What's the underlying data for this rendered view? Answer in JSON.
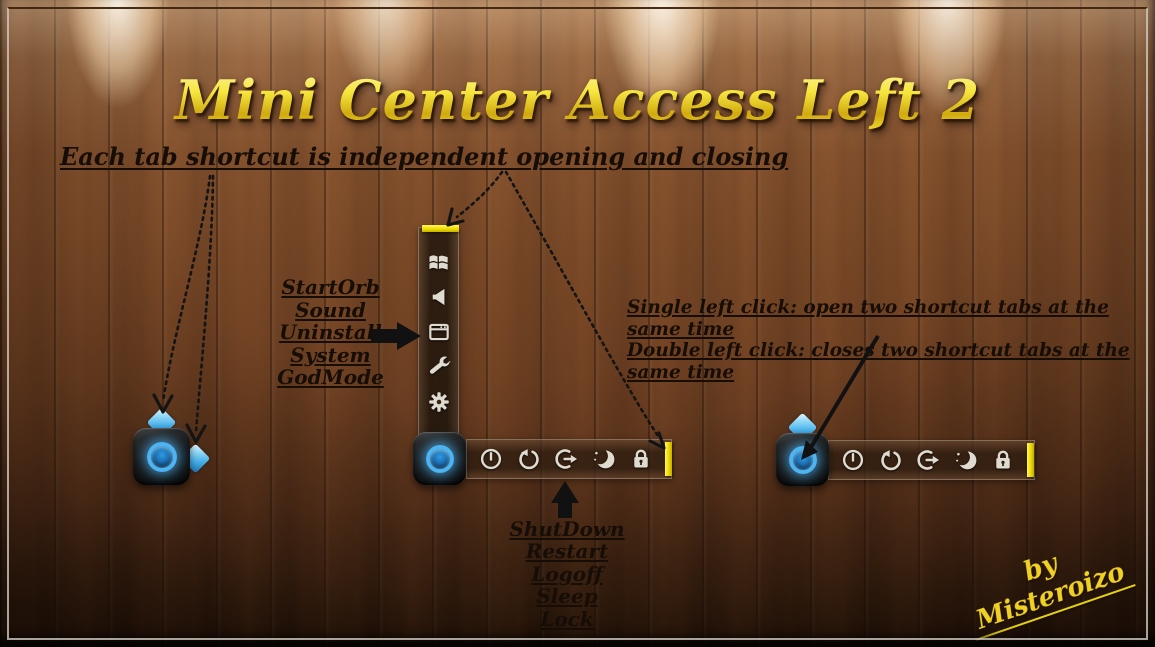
{
  "title": "Mini Center Access Left 2",
  "credit": "by Misteroizo",
  "notes": {
    "tabs": "Each tab shortcut is independent opening and closing",
    "click_line1": "Single left click: open two shortcut tabs at the same time",
    "click_line2": "Double left click: closes two shortcut tabs at the same time"
  },
  "vertical_tab_labels": [
    "StartOrb",
    "Sound",
    "Uninstall",
    "System",
    "GodMode"
  ],
  "horizontal_tab_labels": [
    "ShutDown",
    "Restart",
    "Logoff",
    "Sleep",
    "Lock"
  ],
  "vertical_tab_icons": [
    "windows-logo",
    "speaker",
    "app-window",
    "wrench",
    "gear"
  ],
  "horizontal_tab_icons": [
    "power",
    "restart",
    "logoff",
    "moon",
    "lock"
  ],
  "colors": {
    "accent_yellow": "#F0DC00",
    "orb_blue": "#4CB4F2",
    "title_gold": "#F2DF25",
    "annotation_text": "#150D06"
  }
}
